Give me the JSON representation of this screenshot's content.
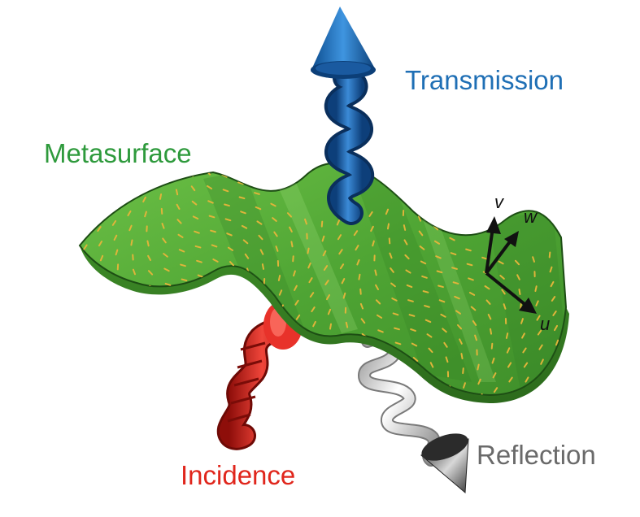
{
  "labels": {
    "transmission": "Transmission",
    "metasurface": "Metasurface",
    "incidence": "Incidence",
    "reflection": "Reflection"
  },
  "axes": {
    "u": "u",
    "v": "v",
    "w": "w"
  },
  "colors": {
    "transmission": "#1f6fb5",
    "metasurface": "#2e9a3c",
    "incidence": "#e0261c",
    "reflection": "#6a6a6a",
    "surface_fill": "#58ad3a",
    "surface_edge": "#1d4d14",
    "dash": "#e0b43a",
    "axis_arrow": "#111111"
  },
  "icons": {
    "transmission_beam": "blue-helix-arrow-icon",
    "incidence_beam": "red-helix-icon",
    "reflection_beam": "gray-helix-arrow-icon",
    "coordinate_axes": "uvw-axes-icon"
  }
}
